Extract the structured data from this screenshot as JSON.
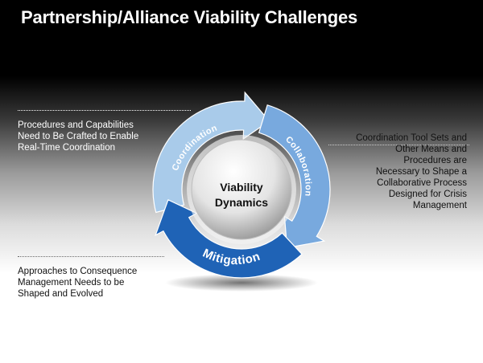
{
  "title": "Partnership/Alliance Viability Challenges",
  "cycle": {
    "center": {
      "line1": "Viability",
      "line2": "Dynamics"
    },
    "segments": [
      "Coordination",
      "Collaboration",
      "Mitigation"
    ]
  },
  "notes": {
    "left_top": [
      "Procedures and Capabilities",
      "Need to Be Crafted to Enable",
      "Real-Time Coordination"
    ],
    "right": [
      "Coordination Tool Sets and",
      "Other Means and",
      "Procedures are",
      "Necessary to Shape a",
      "Collaborative Process",
      "Designed for Crisis",
      "Management"
    ],
    "left_bottom": [
      "Approaches to Consequence",
      "Management Needs to be",
      "Shaped and Evolved"
    ]
  },
  "colors": {
    "coordination": "#a9cbea",
    "collaboration": "#78a9de",
    "mitigation": "#1f63b6"
  }
}
